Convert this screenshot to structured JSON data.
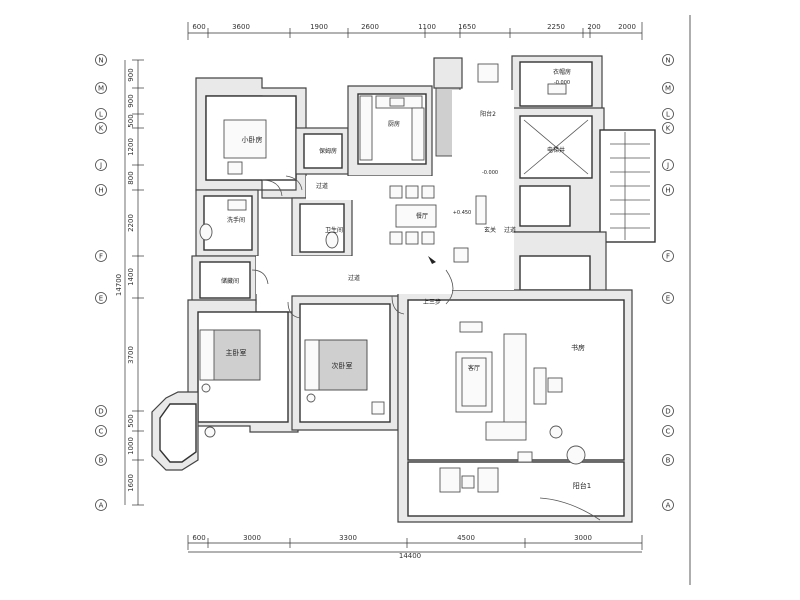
{
  "top_dims": [
    "600",
    "3600",
    "1900",
    "2600",
    "1100",
    "1650",
    "2250",
    "200",
    "2000"
  ],
  "bottom_dims": [
    "600",
    "3000",
    "3300",
    "4500",
    "3000"
  ],
  "bottom_total": "14400",
  "left_dims": [
    "900",
    "900",
    "500",
    "1200",
    "800",
    "2200",
    "1400",
    "3700",
    "500",
    "1000",
    "1600"
  ],
  "left_total": "14700",
  "axes_left": [
    "N",
    "M",
    "L",
    "K",
    "J",
    "H",
    "F",
    "E",
    "D",
    "C",
    "B",
    "A"
  ],
  "axes_right": [
    "N",
    "M",
    "L",
    "K",
    "J",
    "H",
    "F",
    "E",
    "D",
    "C",
    "B",
    "A"
  ],
  "rooms": {
    "small_bedroom": "小卧房",
    "nanny": "保姆房",
    "kitchen": "厨房",
    "laundry": "衣帽房",
    "laundry_elev": "-0.000",
    "balcony2": "阳台2",
    "elevator": "电梯井",
    "corridor_top": "过道",
    "dining": "餐厅",
    "dining_elev": "+0.450",
    "washroom": "洗手间",
    "toilet": "卫生间",
    "entry": "玄关",
    "corridor_entry": "过道",
    "elev_level": "-0.000",
    "storage": "储藏间",
    "corridor_mid": "过道",
    "up3": "上三步",
    "master": "主卧室",
    "second_bed": "次卧室",
    "study": "书房",
    "living": "客厅",
    "balcony1": "阳台1"
  }
}
